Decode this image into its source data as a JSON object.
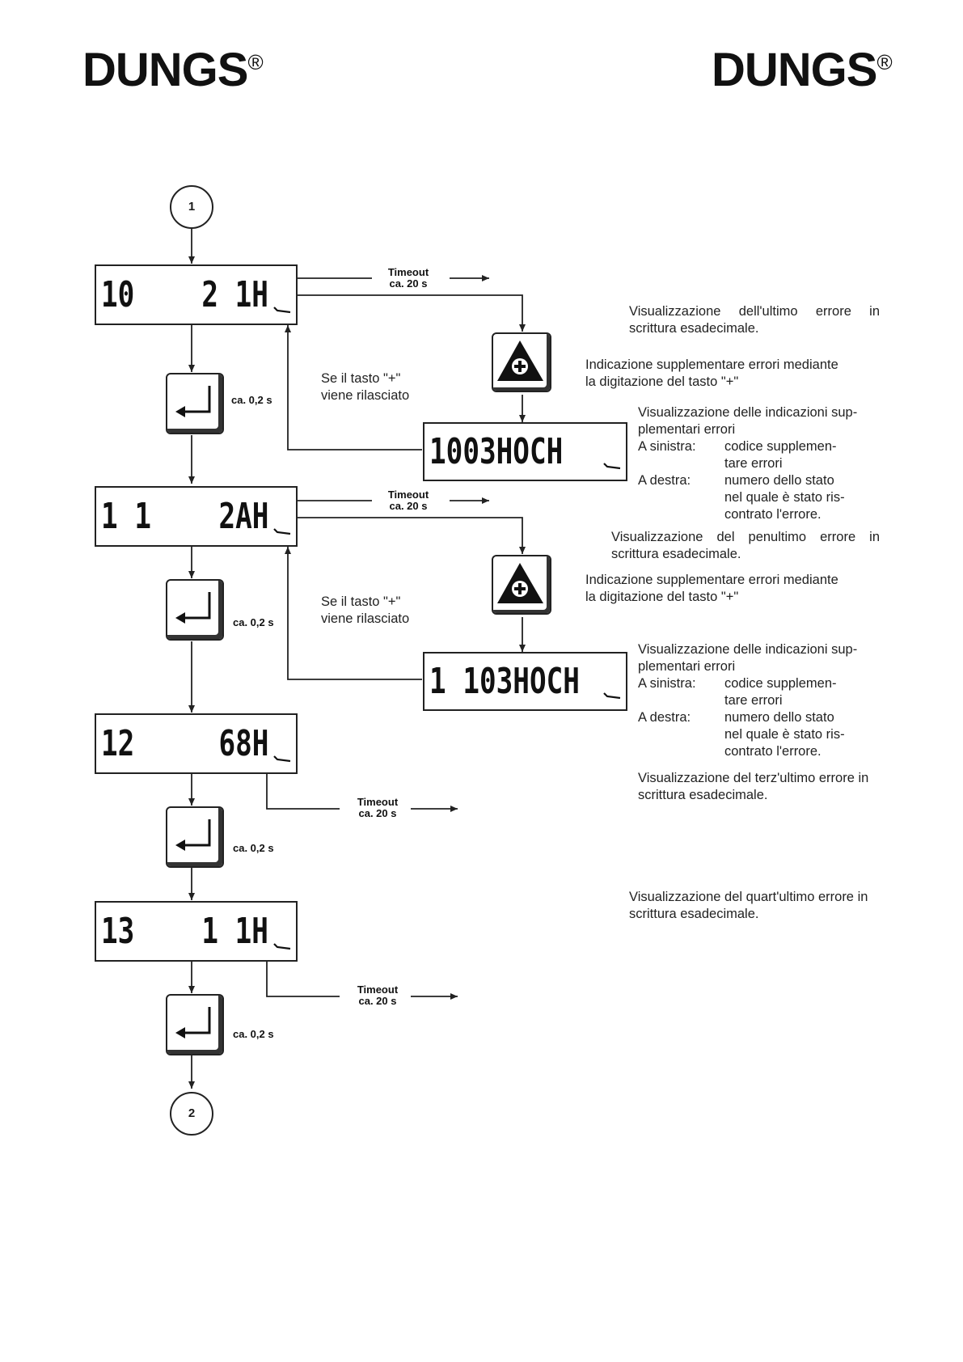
{
  "header": {
    "logo_left": "DUNGS",
    "logo_right": "DUNGS",
    "registered_mark": "®"
  },
  "connectors": {
    "start": "1",
    "end": "2"
  },
  "labels": {
    "timeout_line1": "Timeout",
    "timeout_line2": "ca. 20 s",
    "key_time": "ca. 0,2 s",
    "release_line1": "Se il tasto \"+\"",
    "release_line2": "viene rilasciato"
  },
  "displays": [
    {
      "left": "10",
      "right": "2 1H"
    },
    {
      "left": "1 1",
      "right": "2AH"
    },
    {
      "left": "12",
      "right": "68H"
    },
    {
      "left": "13",
      "right": "1 1H"
    }
  ],
  "supplementary_displays": [
    {
      "text": "1003HOCH"
    },
    {
      "text": "1 103HOCH"
    }
  ],
  "descriptions": {
    "last_error": "Visualizzazione dell'ultimo errore in scrittura esadecimale.",
    "plus_key_1": "Indicazione supplementare errori mediante la digitazione del tasto \"+\"",
    "supp_intro_1": "Visualizzazione delle indicazioni sup-plementari errori",
    "left_label": "A sinistra:",
    "left_value_1": "codice supplemen-",
    "left_value_2": "tare errori",
    "right_label": "A destra:",
    "right_value_1": "numero dello stato",
    "right_value_2": "nel quale è stato ris-",
    "right_value_3": "contrato l'errore.",
    "second_last_error": "Visualizzazione del penultimo errore in scrittura esadecimale.",
    "plus_key_2": "Indicazione supplementare errori mediante la digitazione del tasto \"+\"",
    "supp_intro_2": "Visualizzazione delle indicazioni sup-plementari errori",
    "third_last_error": "Visualizzazione del terz'ultimo errore in scrittura esadecimale.",
    "fourth_last_error": "Visualizzazione del quart'ultimo errore in scrittura esadecimale."
  }
}
